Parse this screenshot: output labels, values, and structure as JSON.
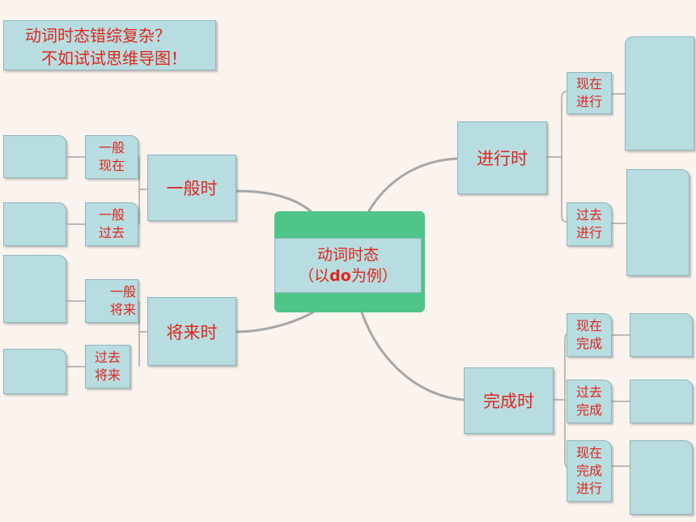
{
  "title": {
    "line1": "动词时态错综复杂？",
    "line2": "不如试试思维导图！"
  },
  "center": {
    "line1": "动词时态",
    "line2_prefix": "（以",
    "line2_bold": "do",
    "line2_suffix": "为例）"
  },
  "branches": {
    "simple": {
      "label": "一般时",
      "subs": [
        {
          "line1": "一般",
          "line2": "现在"
        },
        {
          "line1": "一般",
          "line2": "过去"
        }
      ]
    },
    "future": {
      "label": "将来时",
      "subs": [
        {
          "line1": "一般",
          "line2": "将来"
        },
        {
          "line1": "过去",
          "line2": "将来"
        }
      ]
    },
    "progressive": {
      "label": "进行时",
      "subs": [
        {
          "line1": "现在",
          "line2": "进行"
        },
        {
          "line1": "过去",
          "line2": "进行"
        }
      ]
    },
    "perfect": {
      "label": "完成时",
      "subs": [
        {
          "line1": "现在",
          "line2": "完成"
        },
        {
          "line1": "过去",
          "line2": "完成"
        },
        {
          "line1": "现在",
          "line2": "完成",
          "line3": "进行"
        }
      ]
    }
  },
  "colors": {
    "background": "#fbf3ee",
    "box_fill": "#b7dde0",
    "center_fill": "#4fc589",
    "text": "#e1251b",
    "connector": "#a6a6a6"
  }
}
